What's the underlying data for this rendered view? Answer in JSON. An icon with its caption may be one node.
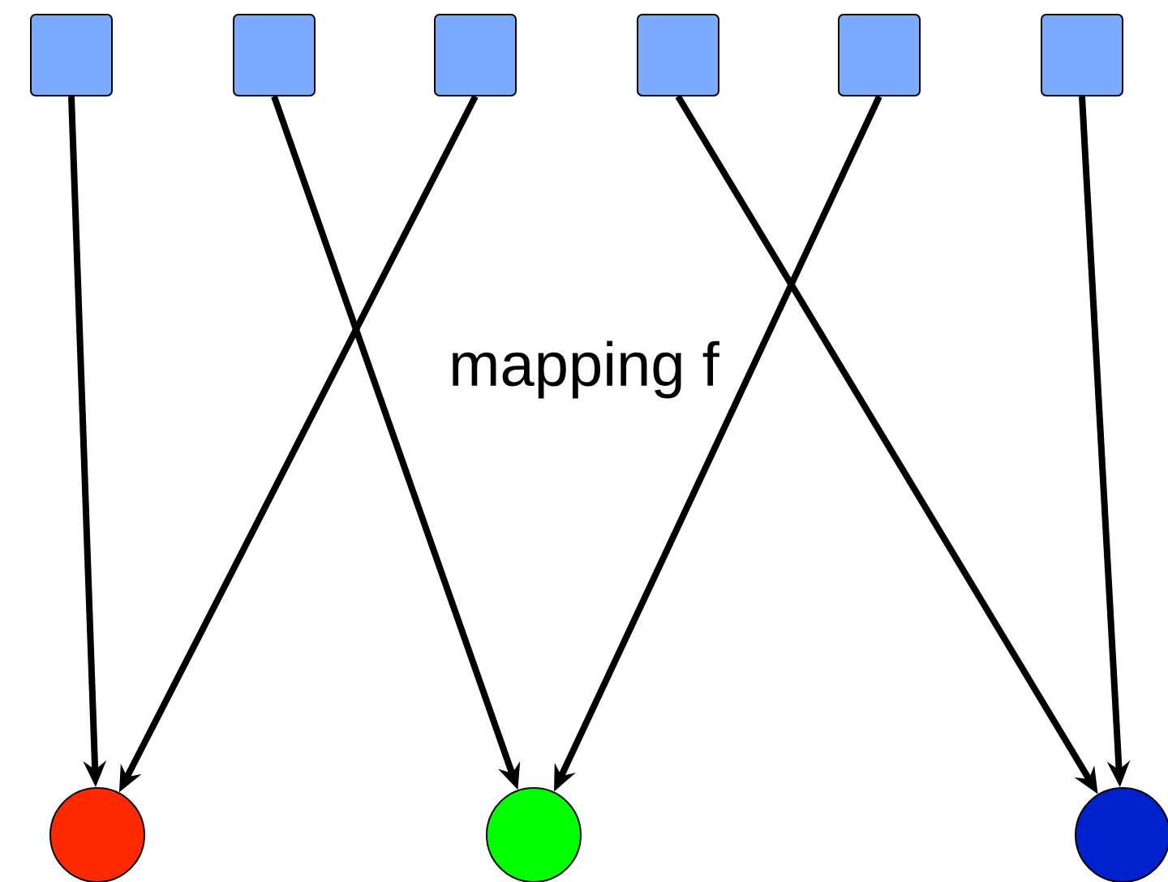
{
  "diagram": {
    "nodes": [
      {
        "text": [],
        "shape": "box"
      },
      {
        "text": [],
        "shape": "box"
      },
      {
        "text": [],
        "shape": "box"
      },
      {
        "text": [],
        "shape": "box"
      },
      {
        "text": [],
        "shape": "box"
      },
      {
        "text": [],
        "shape": "box"
      },
      {
        "text": [],
        "shape": "circle"
      },
      {
        "text": [],
        "shape": "circle"
      },
      {
        "text": [],
        "shape": "circle"
      }
    ],
    "edges": [
      {
        "from": 0,
        "to": 6,
        "arrow": "to"
      },
      {
        "from": 1,
        "to": 7,
        "arrow": "to"
      },
      {
        "from": 2,
        "to": 6,
        "arrow": "to"
      },
      {
        "from": 3,
        "to": 8,
        "arrow": "to"
      },
      {
        "from": 4,
        "to": 7,
        "arrow": "to"
      },
      {
        "from": 5,
        "to": 8,
        "arrow": "to"
      }
    ],
    "labels": [
      "mapping f"
    ]
  }
}
